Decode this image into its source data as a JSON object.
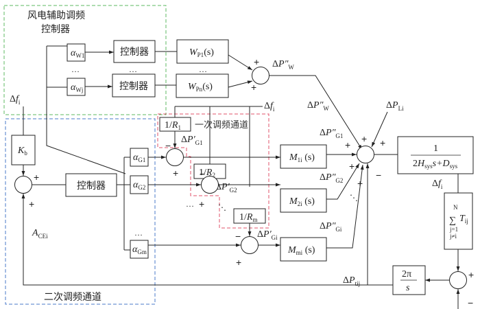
{
  "regions": {
    "wind": {
      "title_line1": "风电辅助调频",
      "title_line2": "控制器",
      "color": "#4caf50"
    },
    "secondary": {
      "title": "二次调频通道",
      "color": "#3a6fc4"
    },
    "primary": {
      "title": "一次调频通道",
      "color": "#e0506a"
    }
  },
  "blocks": {
    "alpha_w1": {
      "main": "α",
      "sub": "W1"
    },
    "alpha_wj": {
      "main": "α",
      "sub": "Wj"
    },
    "ctrl_w1": "控制器",
    "ctrl_wj": "控制器",
    "wp1": {
      "main": "W",
      "sub": "P1",
      "tail": "(s)"
    },
    "wpn": {
      "main": "W",
      "sub": "Pn",
      "tail": "(s)"
    },
    "kb": {
      "main": "K",
      "sub": "b"
    },
    "ctrl_sec": "控制器",
    "alpha_g1": {
      "main": "α",
      "sub": "G1"
    },
    "alpha_g2": {
      "main": "α",
      "sub": "G2"
    },
    "alpha_gm": {
      "main": "α",
      "sub": "Gm"
    },
    "r1": {
      "pre": "1/",
      "main": "R",
      "sub": "1"
    },
    "r2": {
      "pre": "1/",
      "main": "R",
      "sub": "2"
    },
    "rm": {
      "pre": "1/",
      "main": "R",
      "sub": "m"
    },
    "m1": {
      "main": "M",
      "sub": "1i",
      "tail": " (s)"
    },
    "m2": {
      "main": "M",
      "sub": "2i",
      "tail": " (s)"
    },
    "mm": {
      "main": "M",
      "sub": "mi",
      "tail": " (s)"
    },
    "plant": {
      "num": "1",
      "den_a": "2H",
      "den_sub1": "sys",
      "den_b": "s+D",
      "den_sub2": "sys"
    },
    "tie_sum": {
      "top": "N",
      "sigma": "∑",
      "bot1": "j=1",
      "bot2": "j≠i",
      "main": "T",
      "sub": "ij"
    },
    "integrator": {
      "num": "2π",
      "den": "s"
    }
  },
  "signals": {
    "df_i": {
      "pre": "Δ",
      "main": "f",
      "sub": "i"
    },
    "dpw_pp": {
      "pre": "Δ",
      "main": "P″",
      "sub": "W"
    },
    "dpl": {
      "pre": "Δ",
      "main": "P",
      "sub": "Li"
    },
    "dpg1_pp": {
      "pre": "Δ",
      "main": "P″",
      "sub": "G1"
    },
    "dpg2_pp": {
      "pre": "Δ",
      "main": "P″",
      "sub": "G2"
    },
    "dpgi_pp": {
      "pre": "Δ",
      "main": "P″",
      "sub": "Gi"
    },
    "dpg1_p": {
      "pre": "Δ",
      "main": "P′",
      "sub": "G1"
    },
    "dpg2_p": {
      "pre": "Δ",
      "main": "P′",
      "sub": "G2"
    },
    "dpgi_p": {
      "pre": "Δ",
      "main": "P′",
      "sub": "Gi"
    },
    "dptie": {
      "pre": "Δ",
      "main": "P",
      "sub": "tij"
    },
    "ace": {
      "main": "A",
      "sub": "CEi"
    }
  },
  "signs": {
    "plus": "+",
    "minus": "−"
  },
  "ellipsis": "…",
  "diag_ellipsis": "⋱"
}
